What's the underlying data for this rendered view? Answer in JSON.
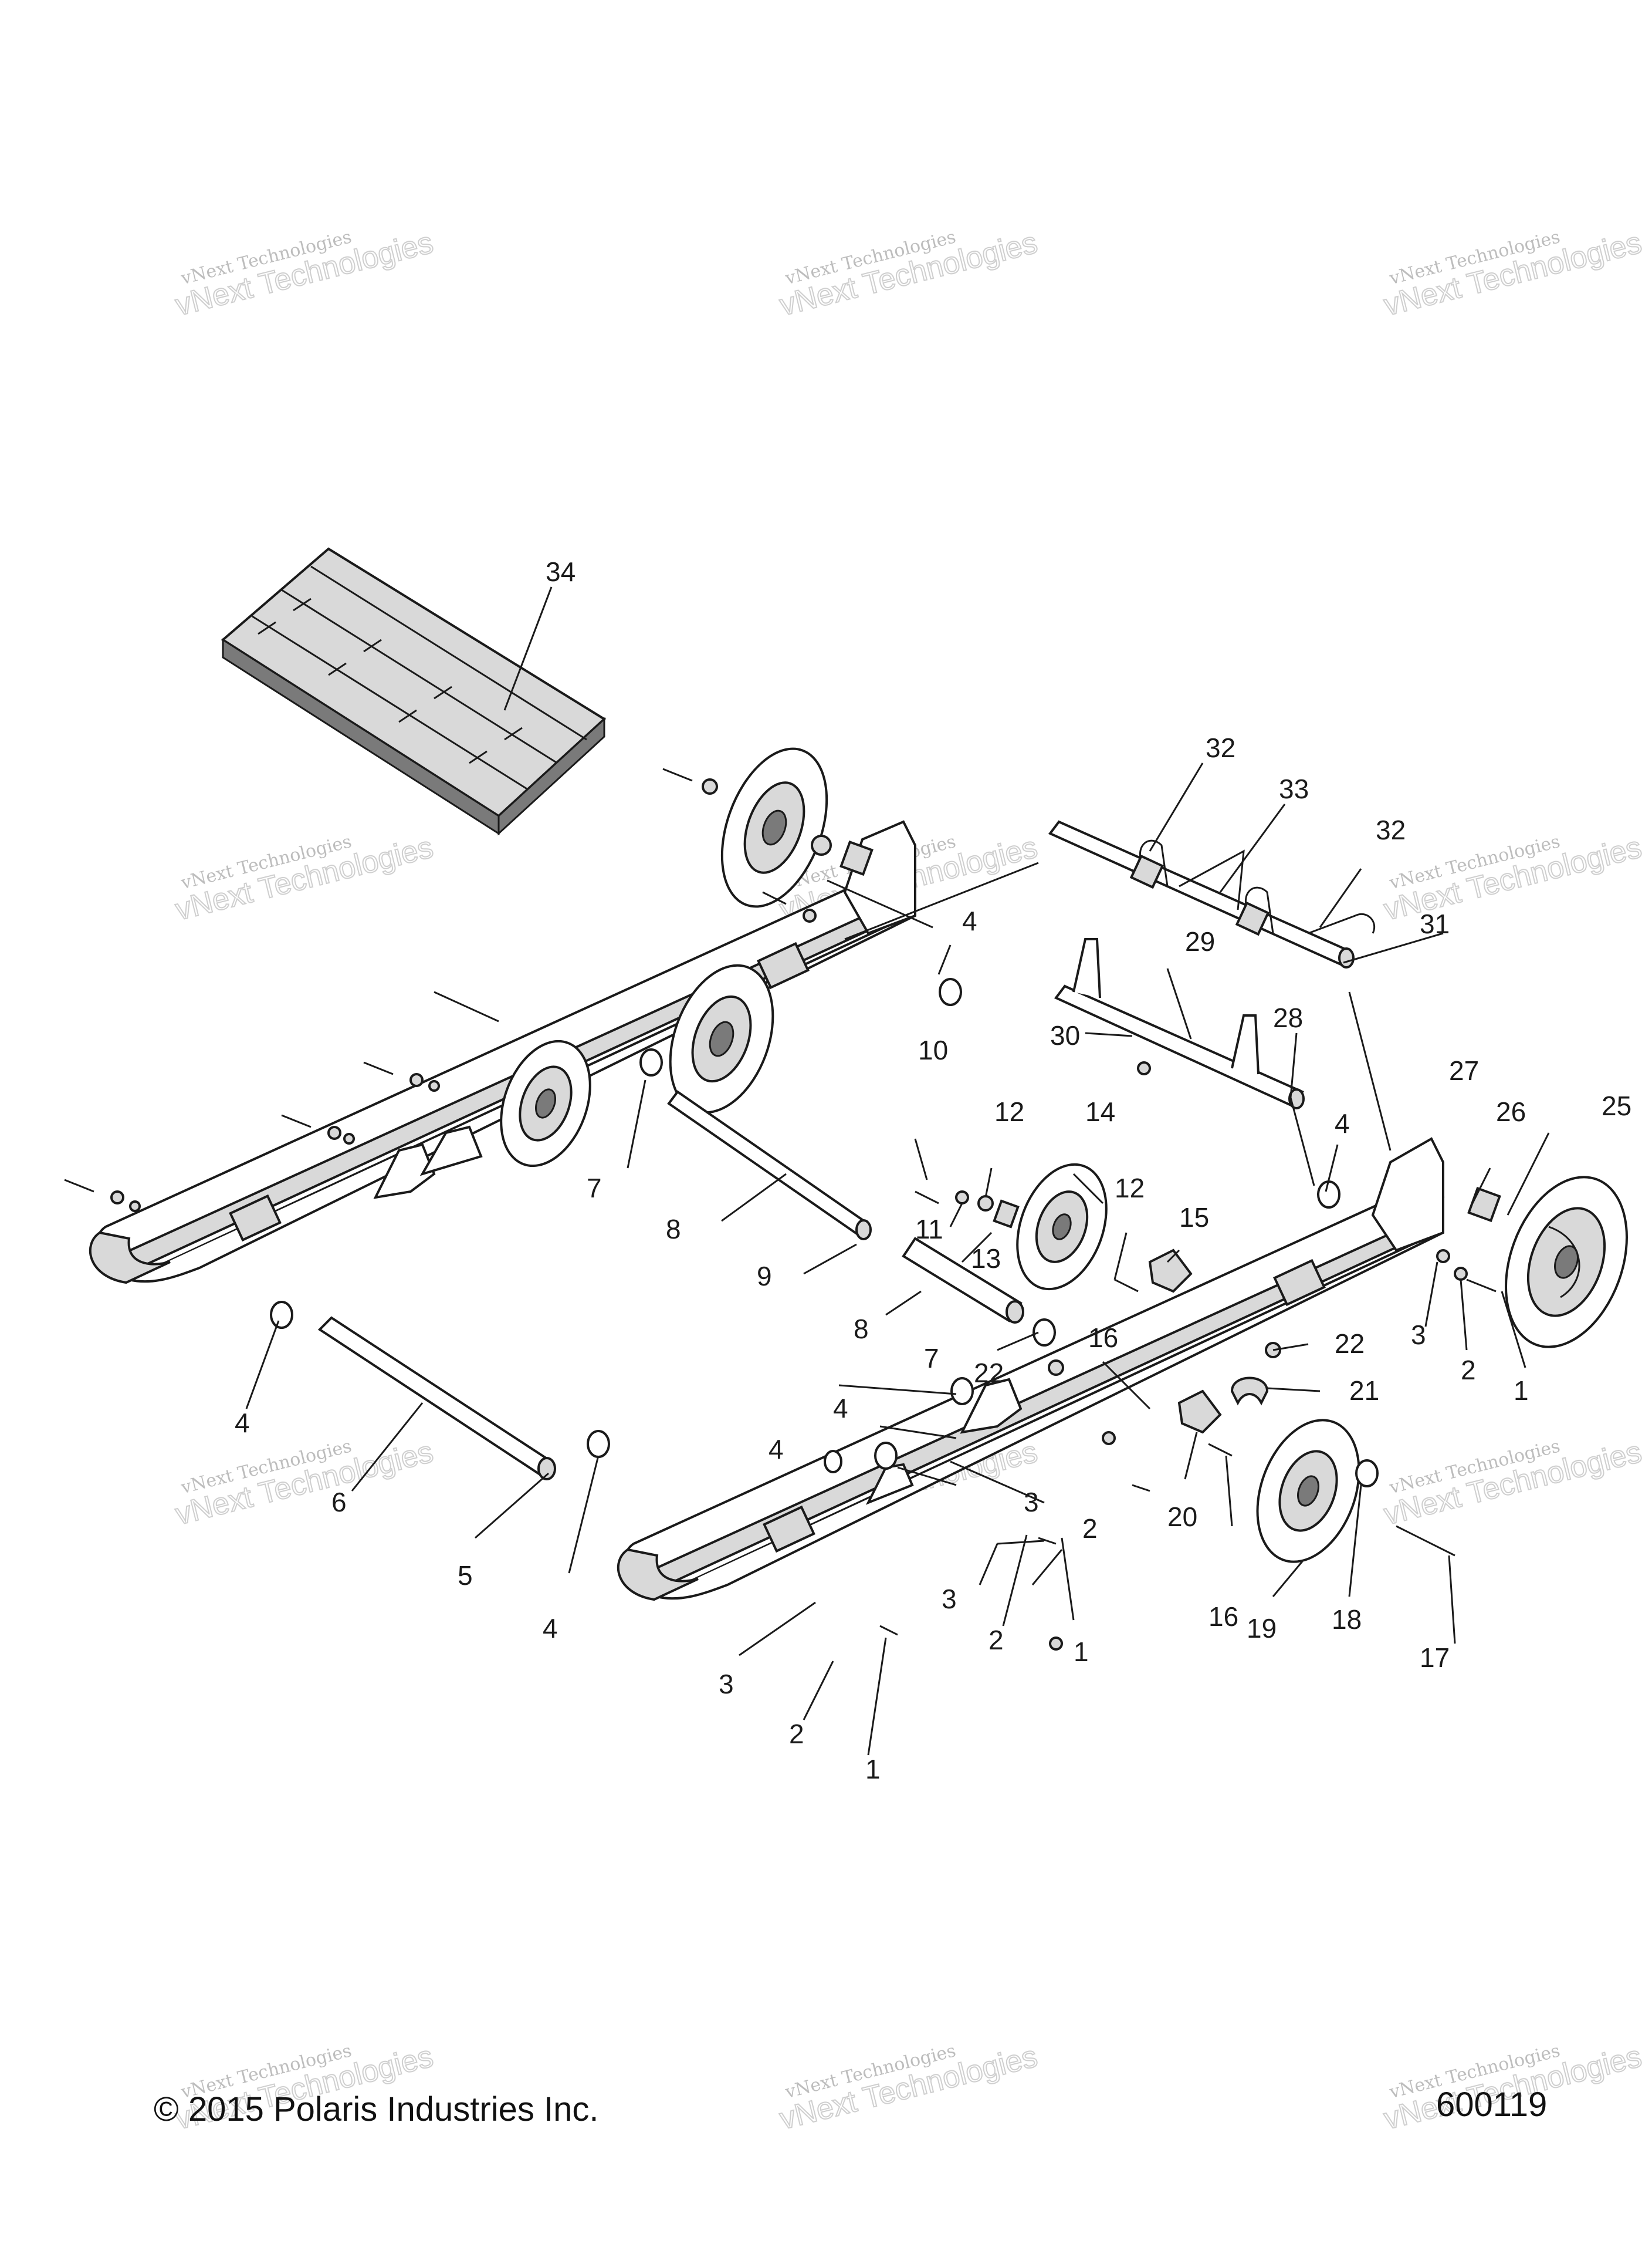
{
  "copyright": "© 2015 Polaris Industries Inc.",
  "diagram_number": "600119",
  "watermark": {
    "line1": "vNext Technologies",
    "line2": "vNext Technologies"
  },
  "callouts": {
    "c1a": "1",
    "c1b": "1",
    "c1c": "1",
    "c2a": "2",
    "c2b": "2",
    "c2c": "2",
    "c2d": "2",
    "c3a": "3",
    "c3b": "3",
    "c3c": "3",
    "c3d": "3",
    "c4a": "4",
    "c4b": "4",
    "c4c": "4",
    "c4d": "4",
    "c4e": "4",
    "c4f": "4",
    "c5": "5",
    "c6": "6",
    "c7a": "7",
    "c7b": "7",
    "c8a": "8",
    "c8b": "8",
    "c9": "9",
    "c10": "10",
    "c11": "11",
    "c12a": "12",
    "c12b": "12",
    "c13": "13",
    "c14": "14",
    "c15": "15",
    "c16a": "16",
    "c16b": "16",
    "c17": "17",
    "c18": "18",
    "c19": "19",
    "c20": "20",
    "c21": "21",
    "c22a": "22",
    "c22b": "22",
    "c25": "25",
    "c26": "26",
    "c27": "27",
    "c28": "28",
    "c29": "29",
    "c30": "30",
    "c31": "31",
    "c32a": "32",
    "c32b": "32",
    "c33": "33",
    "c34": "34"
  }
}
